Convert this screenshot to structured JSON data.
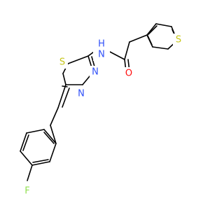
{
  "molecule": {
    "atoms": {
      "fluorine": {
        "symbol": "F",
        "color": "#90e050"
      },
      "amide_nh": {
        "symbol": "H",
        "prefix": "N",
        "color": "#3050f8"
      },
      "amide_oxygen": {
        "symbol": "O",
        "color": "#ff0d0d"
      },
      "thiadiazole_sulfur": {
        "symbol": "S",
        "color": "#c6c617"
      },
      "thiadiazole_n3": {
        "symbol": "N",
        "color": "#3050f8"
      },
      "thiadiazole_n4": {
        "symbol": "N",
        "color": "#3050f8"
      },
      "thiophene_sulfur": {
        "symbol": "S",
        "color": "#c6c617"
      }
    },
    "colors": {
      "bond": "#000000",
      "background": "#ffffff"
    }
  }
}
